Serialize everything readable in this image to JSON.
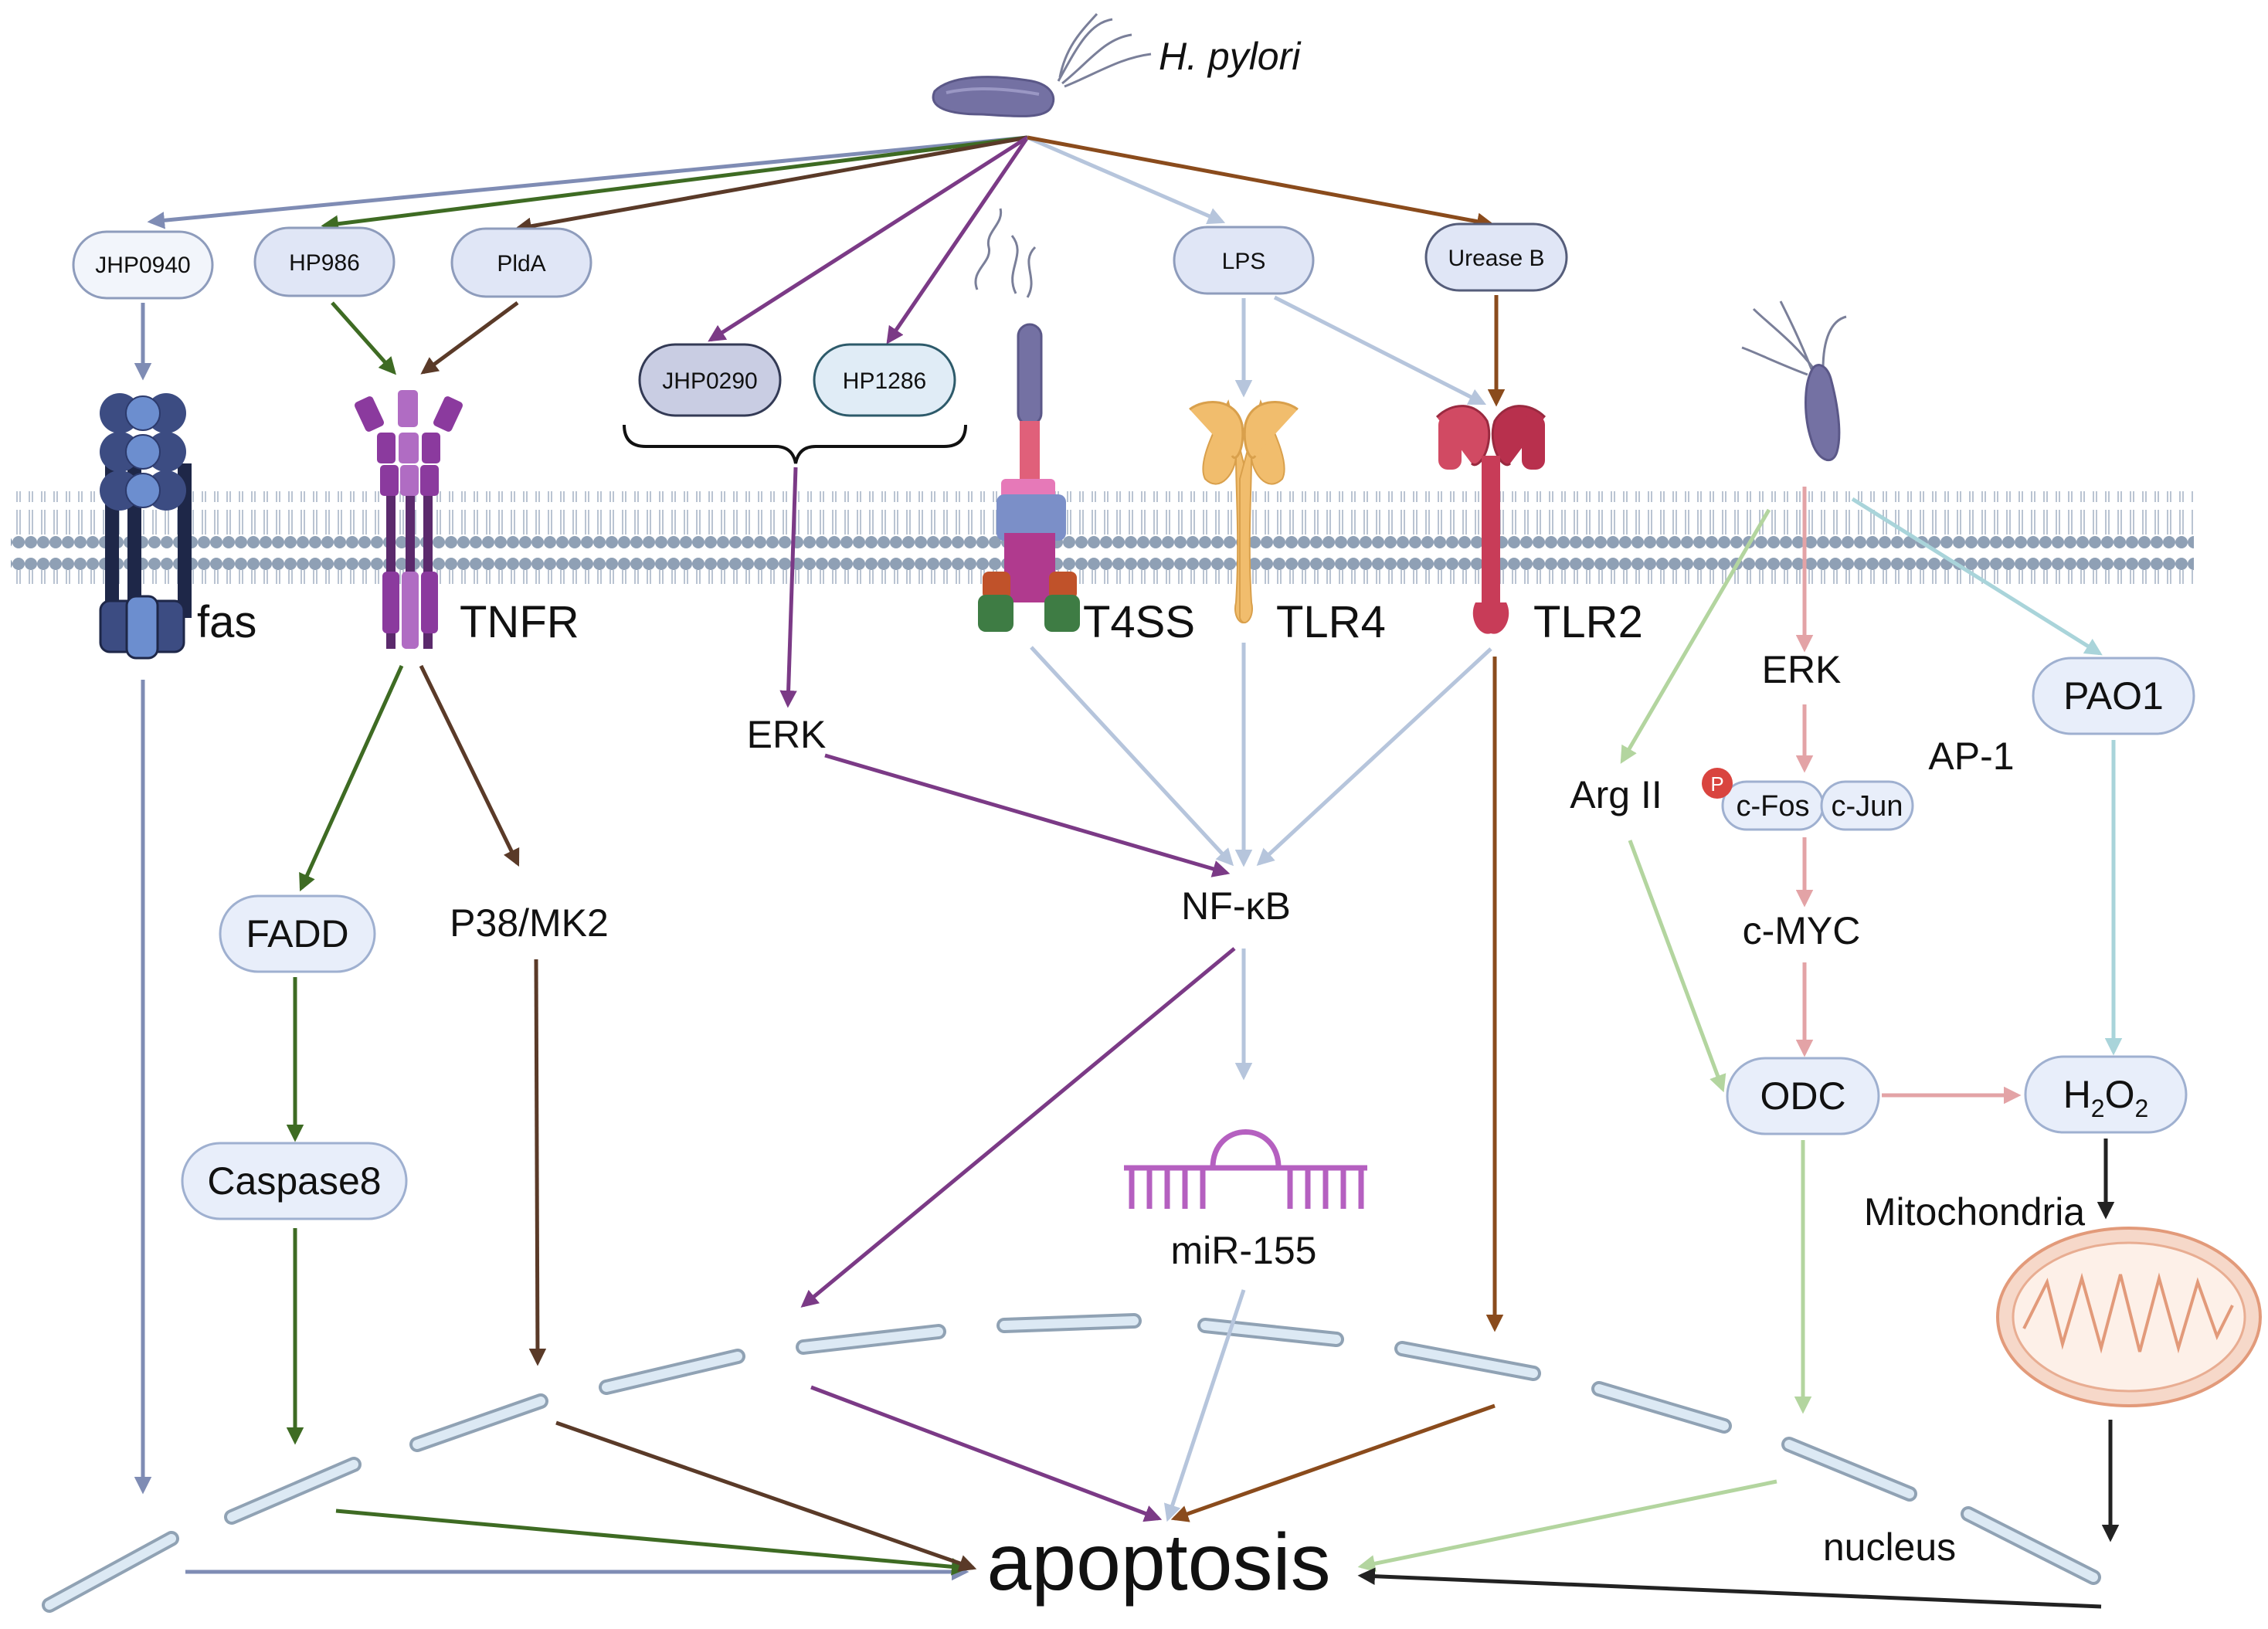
{
  "organism": "H. pylori",
  "factors": {
    "jhp0940": "JHP0940",
    "hp986": "HP986",
    "plda": "PldA",
    "jhp0290": "JHP0290",
    "hp1286": "HP1286",
    "lps": "LPS",
    "urease_b": "Urease B"
  },
  "receptors": {
    "fas": "fas",
    "tnfr": "TNFR",
    "t4ss": "T4SS",
    "tlr4": "TLR4",
    "tlr2": "TLR2"
  },
  "nodes": {
    "erk_left": "ERK",
    "fadd": "FADD",
    "p38": "P38/MK2",
    "caspase8": "Caspase8",
    "nfkb": "NF-κB",
    "mir155": "miR-155",
    "erk_right": "ERK",
    "arg2": "Arg II",
    "ap1": "AP-1",
    "p_label": "P",
    "cfos": "c-Fos",
    "cjun": "c-Jun",
    "cmyc": "c-MYC",
    "odc": "ODC",
    "pao1": "PAO1",
    "h2o2_h": "H",
    "h2o2_sub1": "2",
    "h2o2_o": "O",
    "h2o2_sub2": "2",
    "mitochondria": "Mitochondria",
    "nucleus": "nucleus",
    "apoptosis": "apoptosis"
  },
  "icons": [
    "bacterium-icon",
    "membrane-icon",
    "fas-receptor-icon",
    "tnfr-receptor-icon",
    "t4ss-icon",
    "tlr4-icon",
    "tlr2-icon",
    "microrna-icon",
    "mitochondrion-icon",
    "phosphate-icon"
  ],
  "colors": {
    "green": "#3e6b23",
    "brown_dark": "#5a3a28",
    "brown_orange": "#8a4b1c",
    "purple": "#7b3a86",
    "slate": "#7f8cb4",
    "light_blue": "#b6c5dc",
    "pink": "#e3a3a6",
    "light_green": "#b3d59f",
    "teal": "#a9d4da",
    "black": "#222222"
  }
}
